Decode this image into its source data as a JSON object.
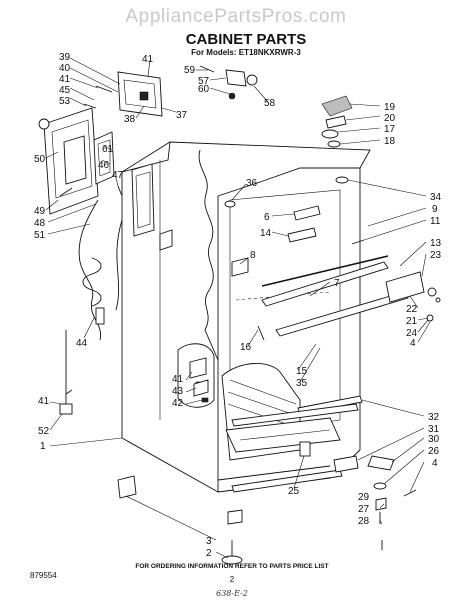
{
  "watermark": "AppliancePartsPros.com",
  "title": "CABINET PARTS",
  "models_line": "For Models: ET18NKXRWR-3",
  "callouts_left": [
    "39",
    "40",
    "41",
    "45",
    "53",
    "50",
    "46",
    "61",
    "47",
    "49",
    "48",
    "51",
    "44",
    "41",
    "52",
    "1"
  ],
  "callouts_top": [
    "41",
    "59",
    "57",
    "60",
    "58",
    "38",
    "37",
    "36"
  ],
  "callouts_right": [
    "19",
    "20",
    "17",
    "18",
    "34",
    "9",
    "11",
    "13",
    "23",
    "22",
    "21",
    "24",
    "4",
    "32",
    "31",
    "30",
    "26",
    "4",
    "29",
    "27",
    "28"
  ],
  "callouts_center": [
    "6",
    "14",
    "8",
    "7",
    "16",
    "15",
    "35",
    "41",
    "43",
    "42",
    "25",
    "3",
    "2"
  ],
  "footer_note": "FOR ORDERING INFORMATION REFER TO PARTS PRICE LIST",
  "page_number": "2",
  "part_code": "879554",
  "handwritten_code": "638-E-2"
}
